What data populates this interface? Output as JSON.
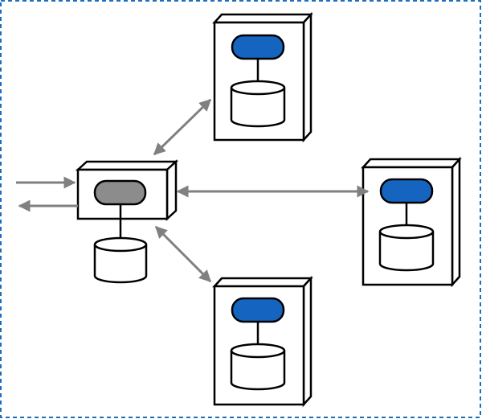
{
  "diagram": {
    "colors": {
      "boundary": "#1a6fbf",
      "primary_module": "#1565c0",
      "coordinator_module": "#8c8c8c",
      "arrow": "#808080",
      "stroke": "#000000",
      "fill": "#ffffff"
    },
    "nodes": [
      {
        "id": "coordinator",
        "role": "coordinator",
        "module_color": "coordinator_module",
        "has_database": true
      },
      {
        "id": "server-top",
        "role": "server",
        "module_color": "primary_module",
        "has_database": true
      },
      {
        "id": "server-right",
        "role": "server",
        "module_color": "primary_module",
        "has_database": true
      },
      {
        "id": "server-bottom",
        "role": "server",
        "module_color": "primary_module",
        "has_database": true
      }
    ],
    "edges": [
      {
        "from": "external",
        "to": "coordinator",
        "direction": "in"
      },
      {
        "from": "coordinator",
        "to": "external",
        "direction": "out"
      },
      {
        "from": "coordinator",
        "to": "server-top",
        "direction": "both"
      },
      {
        "from": "coordinator",
        "to": "server-right",
        "direction": "both"
      },
      {
        "from": "coordinator",
        "to": "server-bottom",
        "direction": "both"
      }
    ]
  }
}
